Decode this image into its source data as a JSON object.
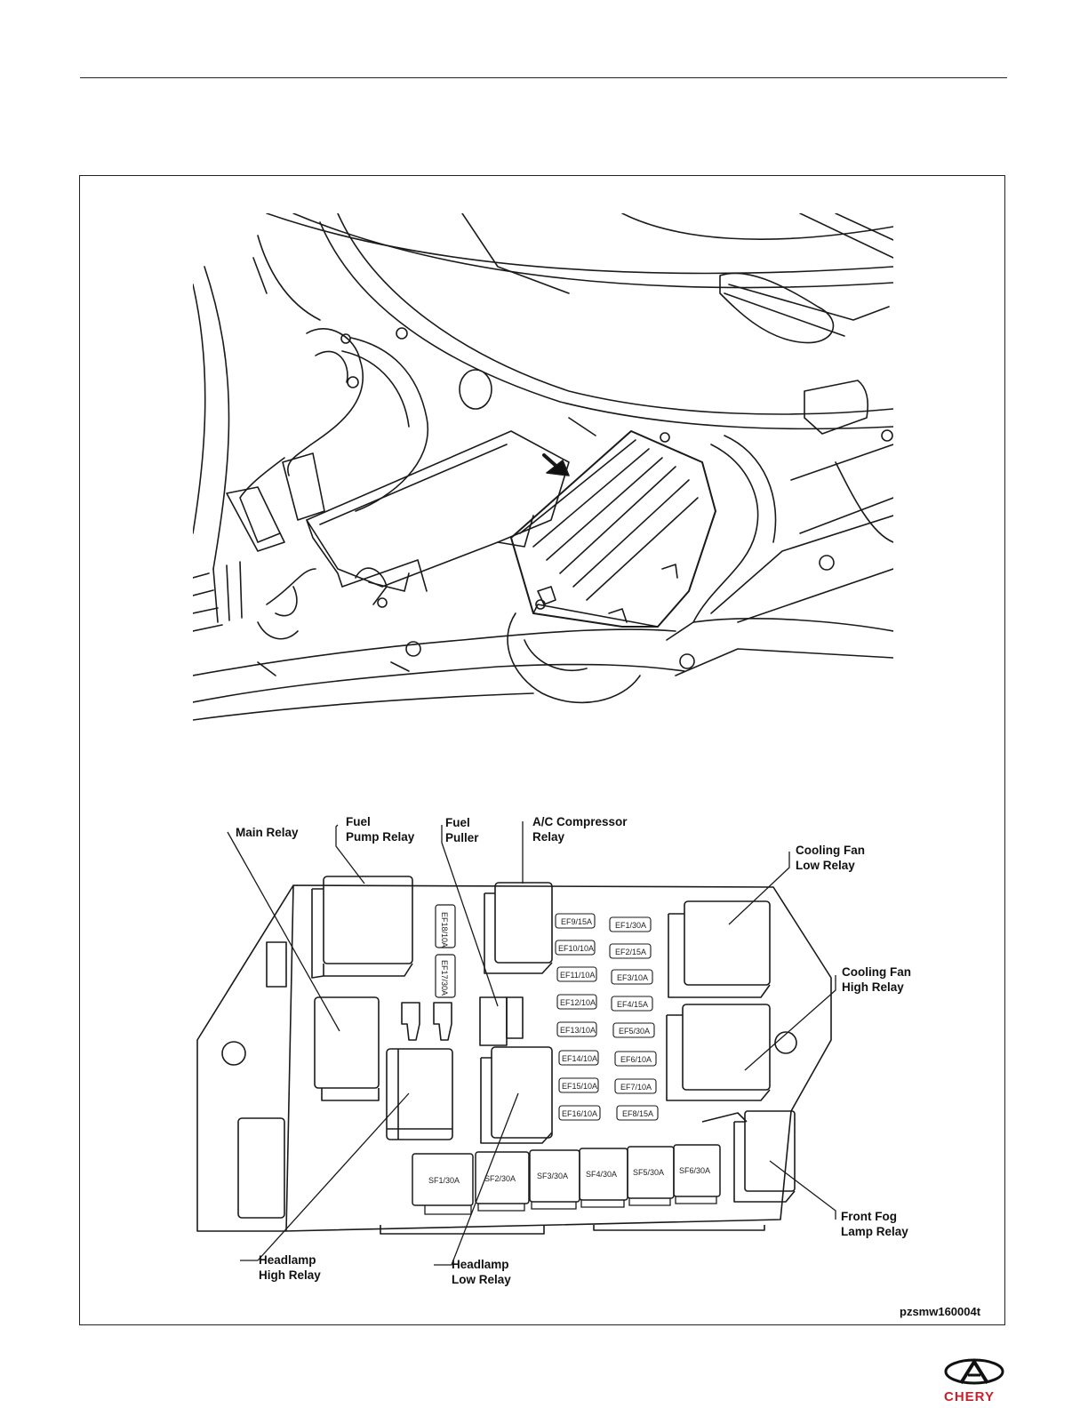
{
  "figure": {
    "id": "pzsmw160004t"
  },
  "callouts": [
    {
      "key": "main_relay",
      "text": "Main Relay"
    },
    {
      "key": "fuel_pump_relay",
      "text": "Fuel\nPump Relay"
    },
    {
      "key": "fuel_puller",
      "text": "Fuel\nPuller"
    },
    {
      "key": "ac_compressor_relay",
      "text": "A/C Compressor\nRelay"
    },
    {
      "key": "cooling_fan_low_relay",
      "text": "Cooling Fan\nLow Relay"
    },
    {
      "key": "cooling_fan_high_relay",
      "text": "Cooling Fan\nHigh Relay"
    },
    {
      "key": "front_fog_lamp_relay",
      "text": "Front Fog\nLamp Relay"
    },
    {
      "key": "headlamp_high_relay",
      "text": "Headlamp\nHigh Relay"
    },
    {
      "key": "headlamp_low_relay",
      "text": "Headlamp\nLow Relay"
    }
  ],
  "fuses": {
    "left_column": [
      "EF9/15A",
      "EF10/10A",
      "EF11/10A",
      "EF12/10A",
      "EF13/10A",
      "EF14/10A",
      "EF15/10A",
      "EF16/10A"
    ],
    "right_column": [
      "EF1/30A",
      "EF2/15A",
      "EF3/10A",
      "EF4/15A",
      "EF5/30A",
      "EF6/10A",
      "EF7/10A",
      "EF8/15A"
    ],
    "vertical": [
      "EF18/10A",
      "EF17/30A"
    ],
    "bottom_row": [
      "SF1/30A",
      "SF2/30A",
      "SF3/30A",
      "SF4/30A",
      "SF5/30A",
      "SF6/30A"
    ]
  },
  "brand": {
    "name": "CHERY",
    "color": "#c8202a",
    "logo_icon": "chery-logo-icon"
  }
}
